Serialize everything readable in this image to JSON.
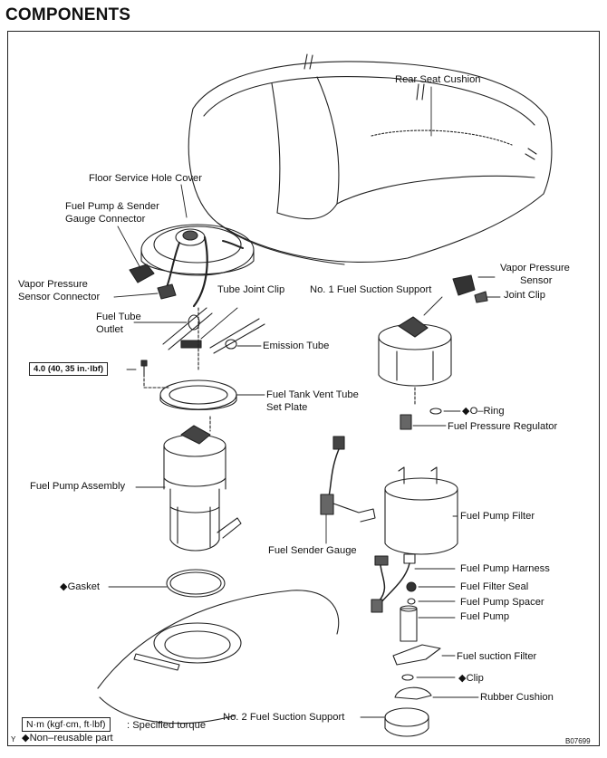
{
  "title": "COMPONENTS",
  "labels": {
    "rear_seat_cushion": "Rear Seat Cushion",
    "floor_service_hole_cover": "Floor Service Hole Cover",
    "fuel_pump_sender_connector_1": "Fuel Pump & Sender",
    "fuel_pump_sender_connector_2": "Gauge Connector",
    "vapor_pressure_sensor_connector_1": "Vapor Pressure",
    "vapor_pressure_sensor_connector_2": "Sensor Connector",
    "tube_joint_clip": "Tube Joint Clip",
    "no1_fuel_suction_support": "No. 1 Fuel Suction Support",
    "vapor_pressure_sensor_1": "Vapor Pressure",
    "vapor_pressure_sensor_2": "Sensor",
    "joint_clip": "Joint Clip",
    "fuel_tube_outlet_1": "Fuel Tube",
    "fuel_tube_outlet_2": "Outlet",
    "emission_tube": "Emission Tube",
    "torque_value": "4.0 (40, 35 in.·lbf)",
    "fuel_tank_vent_tube_1": "Fuel Tank Vent Tube",
    "fuel_tank_vent_tube_2": "Set Plate",
    "o_ring": "◆O–Ring",
    "fuel_pressure_regulator": "Fuel Pressure Regulator",
    "fuel_pump_assembly": "Fuel Pump Assembly",
    "fuel_pump_filter": "Fuel Pump Filter",
    "fuel_sender_gauge": "Fuel Sender Gauge",
    "fuel_pump_harness": "Fuel Pump Harness",
    "gasket": "◆Gasket",
    "fuel_filter_seal": "Fuel Filter Seal",
    "fuel_pump_spacer": "Fuel Pump Spacer",
    "fuel_pump": "Fuel Pump",
    "fuel_suction_filter": "Fuel suction Filter",
    "clip": "◆Clip",
    "rubber_cushion": "Rubber Cushion",
    "no2_fuel_suction_support": "No. 2 Fuel Suction Support"
  },
  "legend": {
    "torque_unit": "N·m (kgf·cm, ft·lbf)",
    "torque_text": ": Specified torque",
    "nonreusable": "◆Non–reusable part",
    "corner_mark": "Y"
  },
  "figure_code": "B07699"
}
